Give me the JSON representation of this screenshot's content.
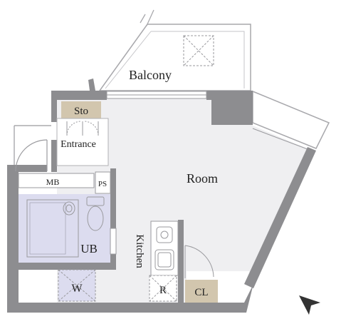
{
  "labels": {
    "balcony": "Balcony",
    "sto": "Sto",
    "entrance": "Entrance",
    "room": "Room",
    "mb": "MB",
    "ps": "PS",
    "ub": "UB",
    "kitchen": "Kitchen",
    "w": "W",
    "r": "R",
    "cl": "CL"
  },
  "colors": {
    "wall": "#8d8d90",
    "floor": "#efeff1",
    "bath": "#dcdcef",
    "storage": "#d2c6ae",
    "line": "#9a9a9e",
    "compass": "#333333"
  },
  "icons": {
    "compass": "north-arrow-icon"
  }
}
